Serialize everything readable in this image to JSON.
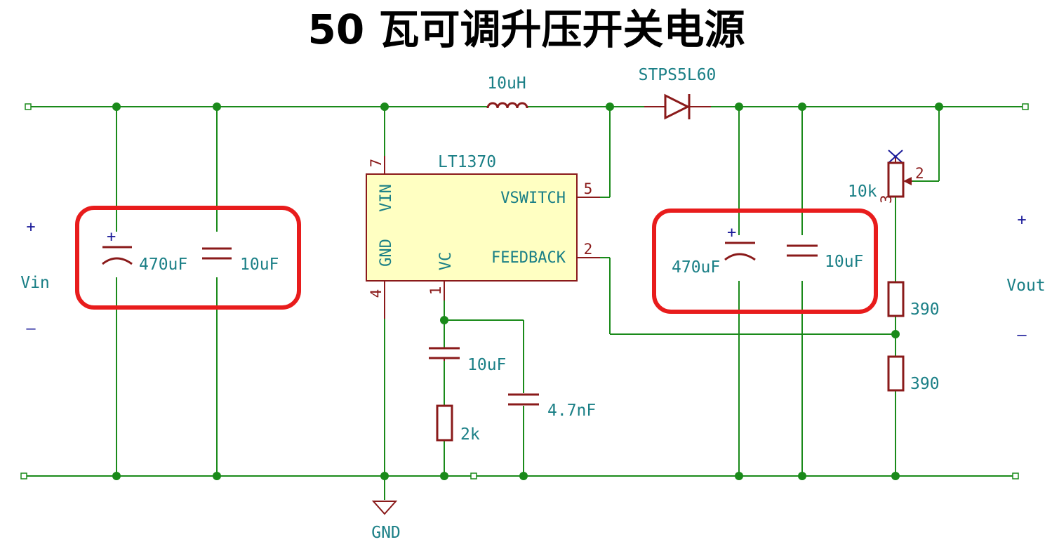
{
  "title": "50 瓦可调升压开关电源",
  "input": {
    "label": "Vin",
    "plus": "+",
    "minus": "–"
  },
  "output": {
    "label": "Vout",
    "plus": "+",
    "minus": "–"
  },
  "ground": {
    "label": "GND"
  },
  "inductor": {
    "value": "10uH"
  },
  "diode": {
    "part": "STPS5L60"
  },
  "ic": {
    "part": "LT1370",
    "pins": {
      "vin": {
        "name": "VIN",
        "number": "7"
      },
      "gnd": {
        "name": "GND",
        "number": "4"
      },
      "vc": {
        "name": "VC",
        "number": "1"
      },
      "vswitch": {
        "name": "VSWITCH",
        "number": "5"
      },
      "feedback": {
        "name": "FEEDBACK",
        "number": "2"
      }
    }
  },
  "input_caps": {
    "electrolytic": "470uF",
    "ceramic": "10uF"
  },
  "output_caps": {
    "electrolytic": "470uF",
    "ceramic": "10uF"
  },
  "compensation": {
    "cap": "10uF",
    "resistor": "2k",
    "cap_hf": "4.7nF"
  },
  "feedback_network": {
    "pot": "10k",
    "pot_pin_wiper": "2",
    "pot_pin_end": "3",
    "r_upper": "390",
    "r_lower": "390"
  },
  "colors": {
    "wire": "#1a8a1a",
    "component": "#8a1a1a",
    "label": "#1a7f86",
    "highlight": "#e81c1c",
    "ic_body": "#ffffc2"
  }
}
